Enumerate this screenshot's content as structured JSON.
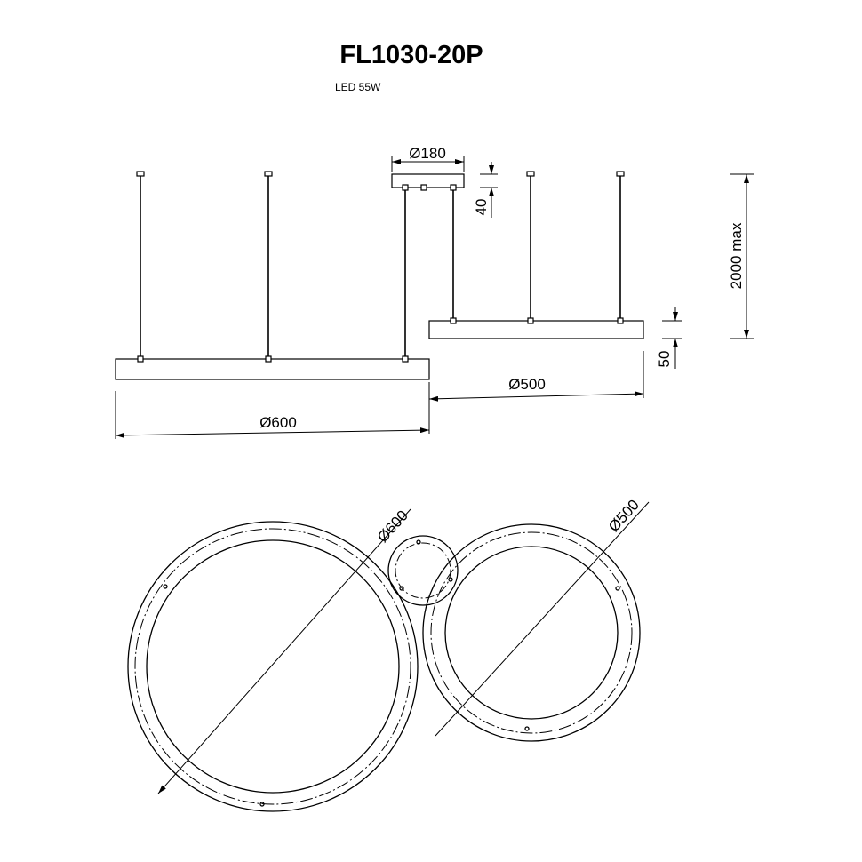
{
  "title": "FL1030-20P",
  "subtitle": "LED 55W",
  "dimensions": {
    "canopy_diameter": "Ø180",
    "canopy_height": "40",
    "suspension_length": "2000 max",
    "ring_height": "50",
    "small_ring_side": "Ø500",
    "large_ring_side": "Ø600",
    "large_ring_plan": "Ø600",
    "small_ring_plan": "Ø500"
  },
  "colors": {
    "line": "#000000",
    "background": "#ffffff"
  }
}
